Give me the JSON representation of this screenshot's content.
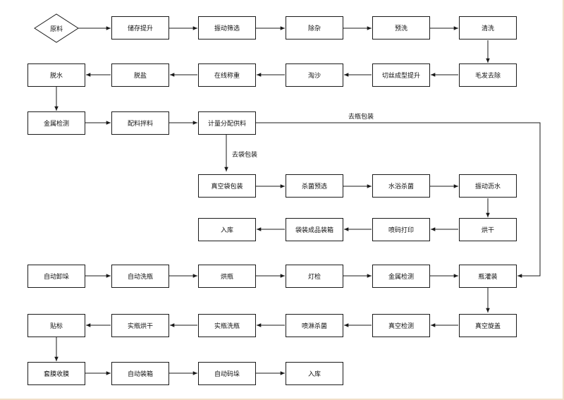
{
  "nodes": {
    "raw": "原料",
    "storage_lift": "储存提升",
    "vibrate_screen": "振动筛选",
    "impurity_removal": "除杂",
    "pre_wash": "预洗",
    "wash": "清洗",
    "hair_removal": "毛发去除",
    "shred_lift": "切丝成型提升",
    "sand_wash": "淘沙",
    "online_weigh": "在线称重",
    "desalt": "脱盐",
    "dewater": "脱水",
    "metal_detect_1": "金属检测",
    "mix": "配料拌料",
    "metering_feed": "计量分配供料",
    "vacuum_bag": "真空袋包装",
    "sterile_pre": "杀菌预选",
    "bath_sterile": "水浴杀菌",
    "vibrate_drain": "振动沥水",
    "dry": "烘干",
    "code_print": "喷码打印",
    "bag_box": "袋装成品装箱",
    "warehouse_1": "入库",
    "auto_unload": "自动卸垛",
    "auto_bottle_wash": "自动洗瓶",
    "bottle_dry": "烘瓶",
    "lamp_check": "灯检",
    "metal_detect_2": "金属检测",
    "bottle_fill": "瓶灌装",
    "vacuum_cap": "真空旋盖",
    "vacuum_detect": "真空检测",
    "spray_sterile": "喷淋杀菌",
    "full_bottle_wash": "实瓶洗瓶",
    "full_bottle_dry": "实瓶烘干",
    "label": "贴标",
    "film_shrink": "套膜收膜",
    "auto_case": "自动装箱",
    "auto_stack": "自动码垛",
    "warehouse_2": "入库"
  },
  "edge_labels": {
    "to_bag": "去袋包装",
    "to_bottle": "去瓶包装"
  },
  "colors": {
    "stroke": "#1a1a1a",
    "text": "#111111",
    "frame": "#f1dfc8"
  }
}
